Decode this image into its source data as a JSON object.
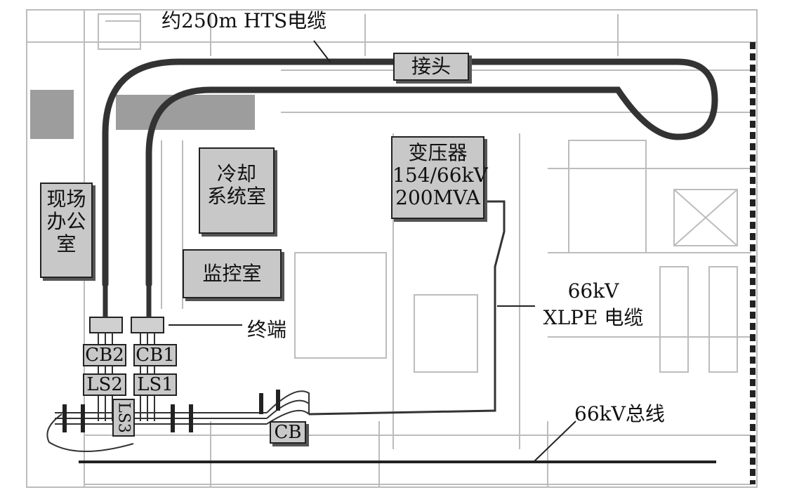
{
  "labels": {
    "hts_cable": "约250m HTS电缆",
    "joint": "接头",
    "transformer": [
      "变压器",
      "154/66kV",
      "200MVA"
    ],
    "cooling_room": [
      "冷却",
      "系统室"
    ],
    "site_office": [
      "现场",
      "办公",
      "室"
    ],
    "monitor_room": "监控室",
    "terminal": "终端",
    "xlpe_cable": [
      "66kV",
      "XLPE 电缆"
    ],
    "bus": "66kV总线",
    "cb1": "CB1",
    "cb2": "CB2",
    "ls1": "LS1",
    "ls2": "LS2",
    "ls3": "LS3",
    "cb": "CB"
  },
  "colors": {
    "cable": "#333333",
    "box_fill": "#c8c8c8",
    "background_lines": "#b8b8b8"
  }
}
